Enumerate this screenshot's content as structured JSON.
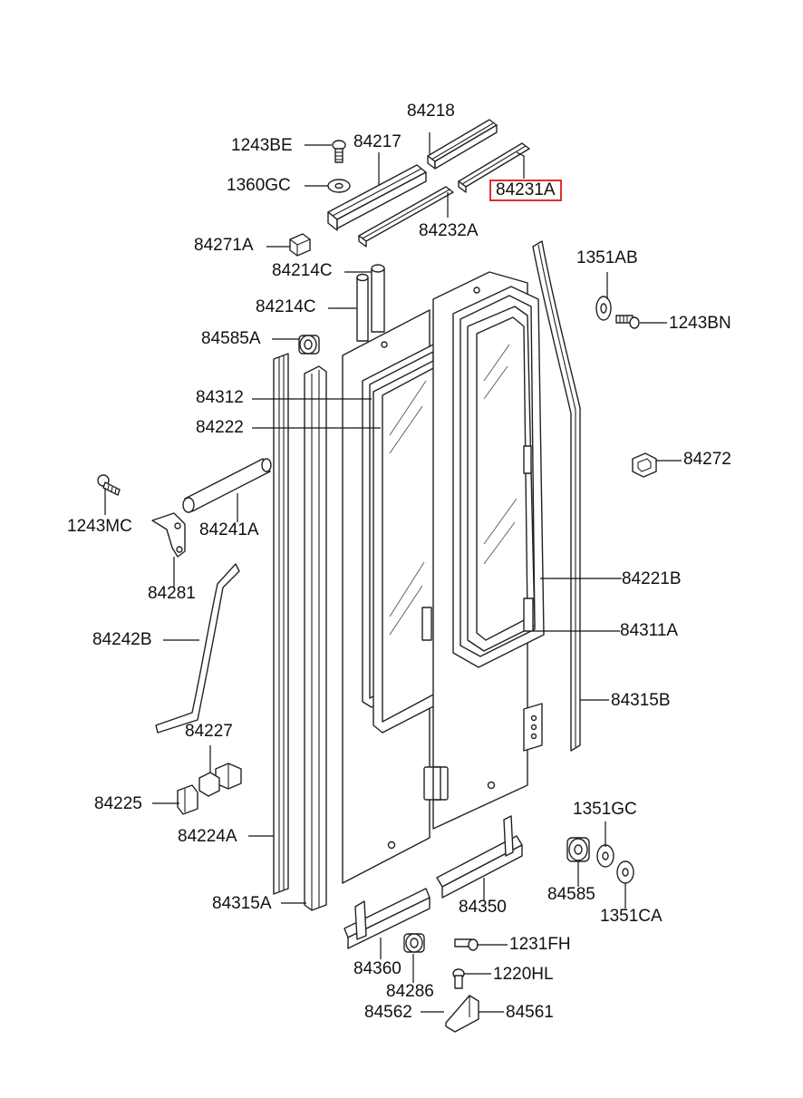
{
  "diagram": {
    "highlight_color": "#e03030",
    "highlighted_part": "84231A",
    "labels": [
      {
        "id": "84218",
        "text": "84218"
      },
      {
        "id": "1243BE",
        "text": "1243BE"
      },
      {
        "id": "84217",
        "text": "84217"
      },
      {
        "id": "1360GC",
        "text": "1360GC"
      },
      {
        "id": "84231A",
        "text": "84231A"
      },
      {
        "id": "84232A",
        "text": "84232A"
      },
      {
        "id": "84271A",
        "text": "84271A"
      },
      {
        "id": "1351AB",
        "text": "1351AB"
      },
      {
        "id": "84214C_top",
        "text": "84214C"
      },
      {
        "id": "84214C_mid",
        "text": "84214C"
      },
      {
        "id": "1243BN",
        "text": "1243BN"
      },
      {
        "id": "84585A",
        "text": "84585A"
      },
      {
        "id": "84312",
        "text": "84312"
      },
      {
        "id": "84222",
        "text": "84222"
      },
      {
        "id": "84272",
        "text": "84272"
      },
      {
        "id": "1243MC",
        "text": "1243MC"
      },
      {
        "id": "84241A",
        "text": "84241A"
      },
      {
        "id": "84281",
        "text": "84281"
      },
      {
        "id": "84221B",
        "text": "84221B"
      },
      {
        "id": "84242B",
        "text": "84242B"
      },
      {
        "id": "84311A",
        "text": "84311A"
      },
      {
        "id": "84315B",
        "text": "84315B"
      },
      {
        "id": "84227",
        "text": "84227"
      },
      {
        "id": "84225",
        "text": "84225"
      },
      {
        "id": "1351GC",
        "text": "1351GC"
      },
      {
        "id": "84224A",
        "text": "84224A"
      },
      {
        "id": "84585",
        "text": "84585"
      },
      {
        "id": "84350",
        "text": "84350"
      },
      {
        "id": "1351CA",
        "text": "1351CA"
      },
      {
        "id": "84315A",
        "text": "84315A"
      },
      {
        "id": "1231FH",
        "text": "1231FH"
      },
      {
        "id": "84360",
        "text": "84360"
      },
      {
        "id": "1220HL",
        "text": "1220HL"
      },
      {
        "id": "84286",
        "text": "84286"
      },
      {
        "id": "84562",
        "text": "84562"
      },
      {
        "id": "84561",
        "text": "84561"
      }
    ]
  }
}
